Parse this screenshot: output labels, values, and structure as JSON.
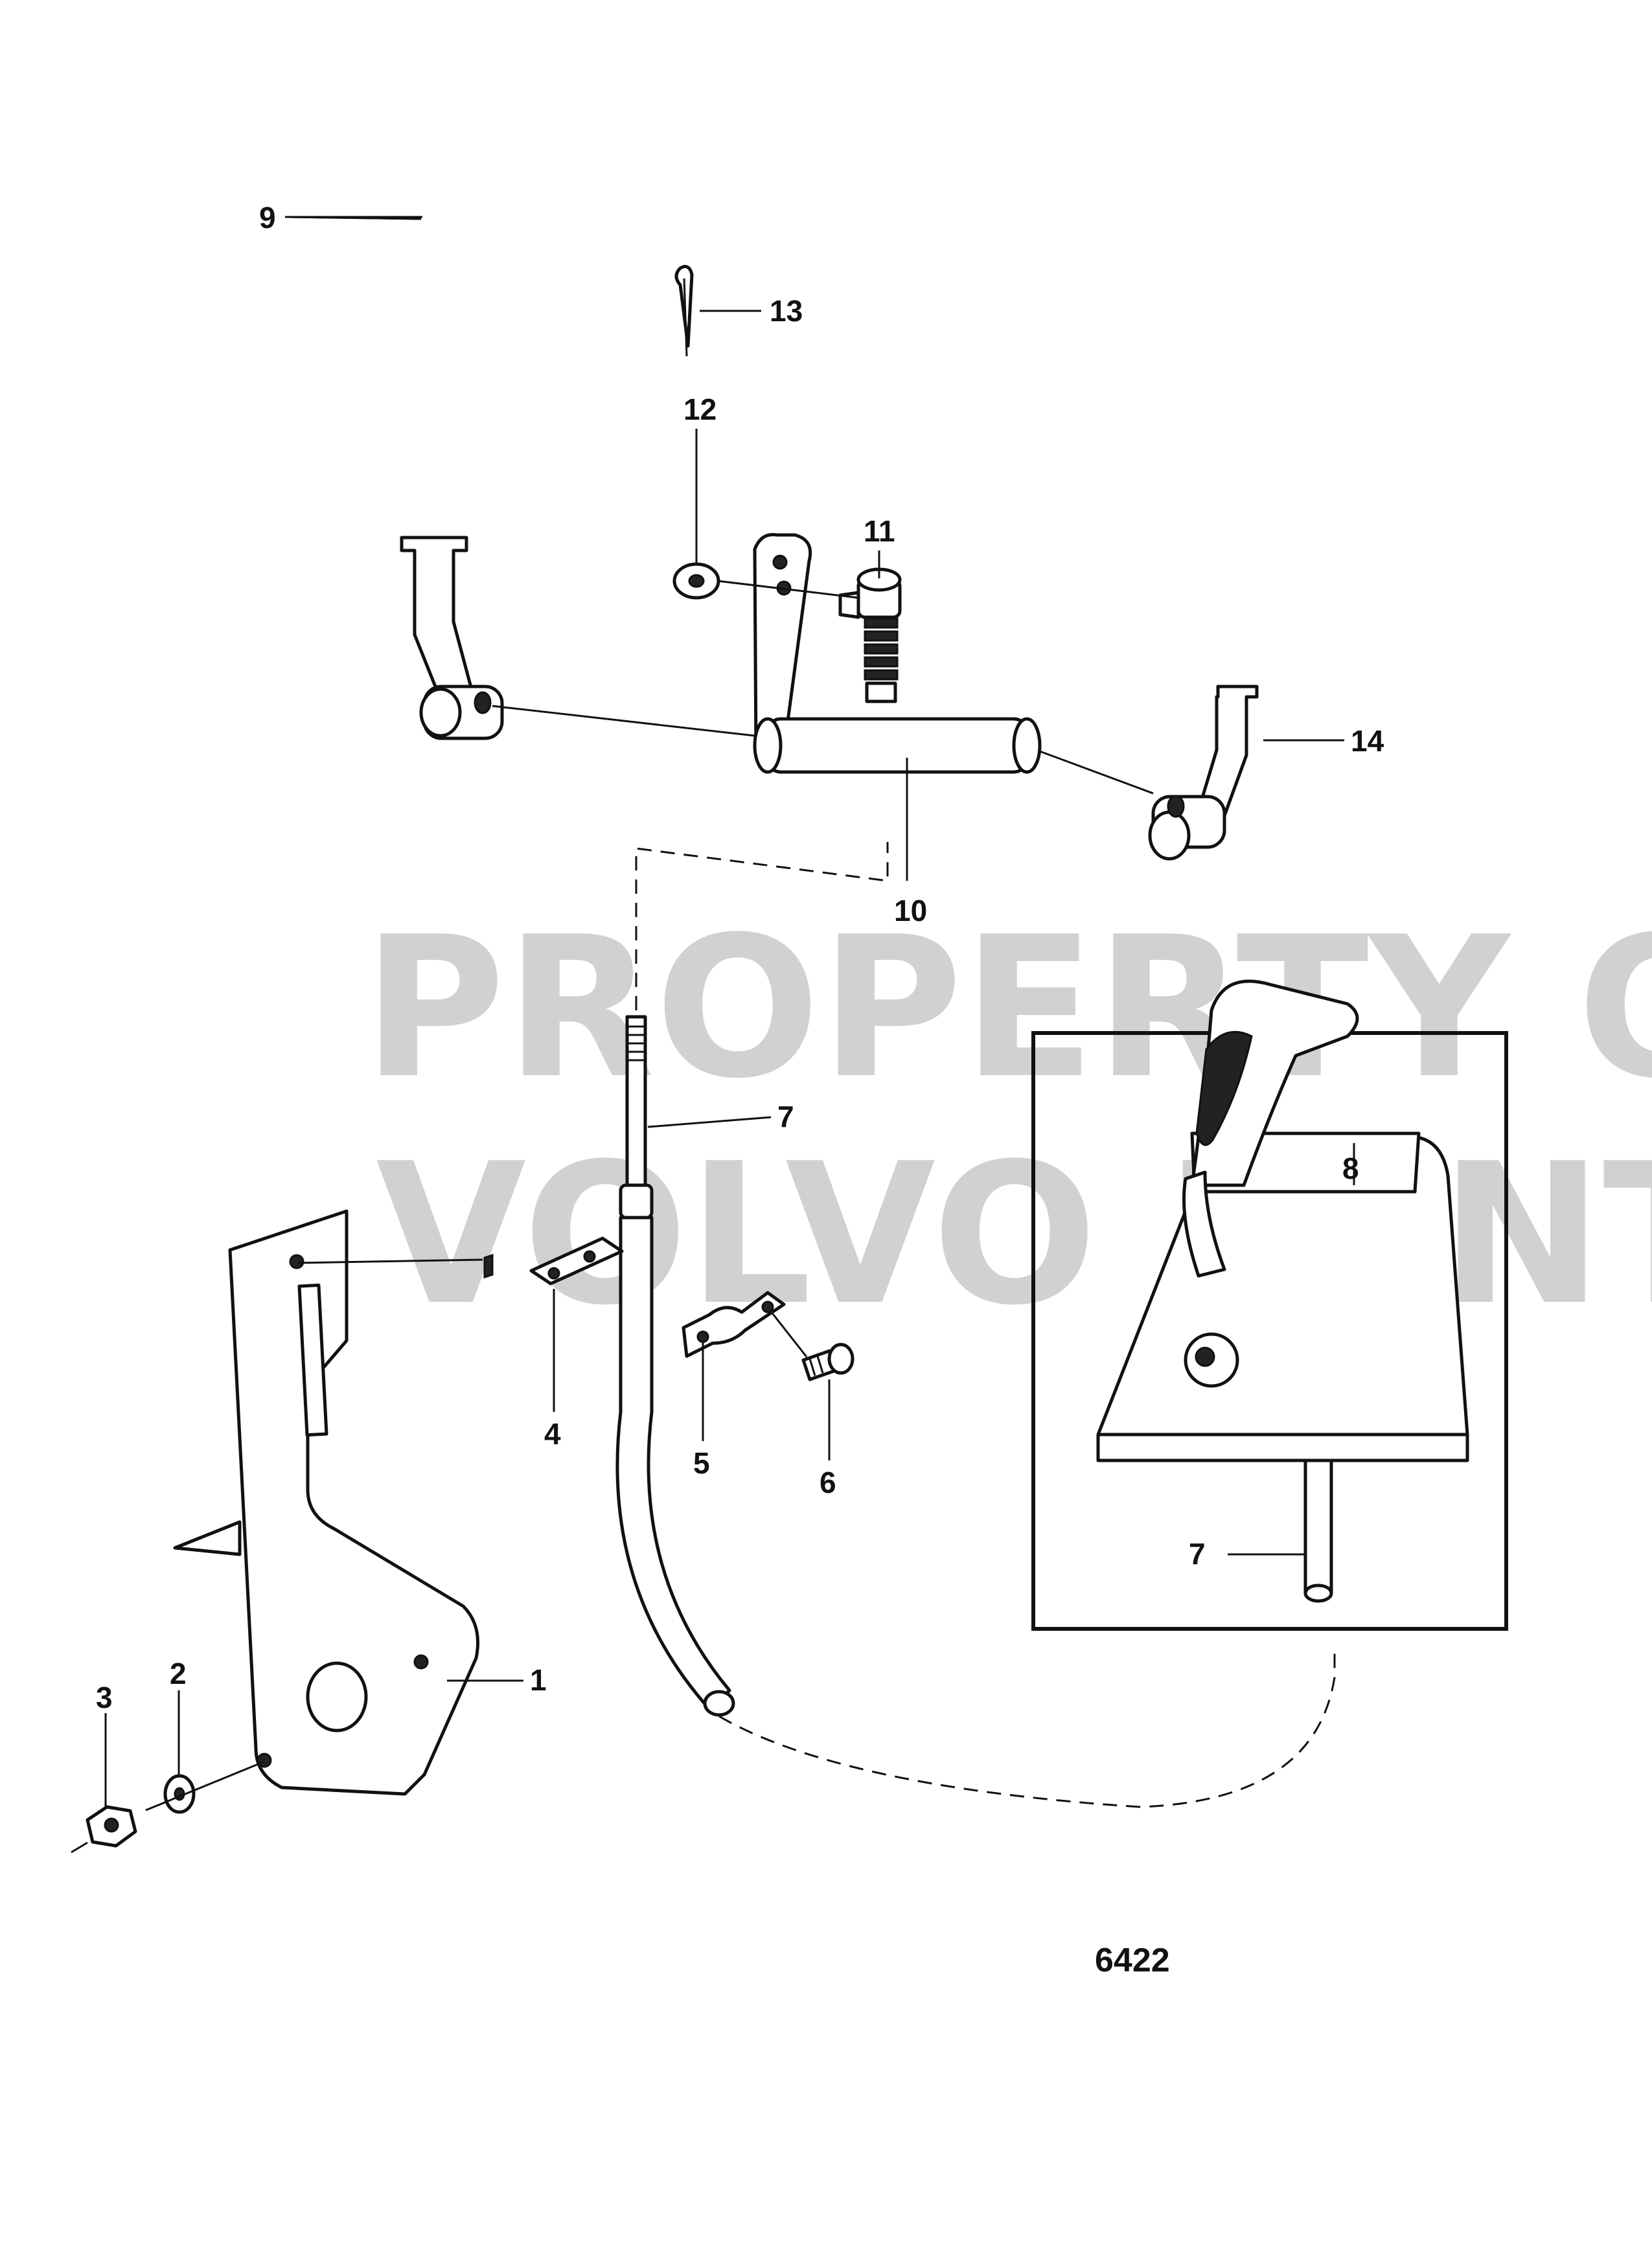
{
  "diagram": {
    "watermark_line1": "PROPERTY OF",
    "watermark_line2": "VOLVO PENTA",
    "diagram_number": "6422",
    "callouts": {
      "c1": "1",
      "c2": "2",
      "c3": "3",
      "c4": "4",
      "c5": "5",
      "c6": "6",
      "c7_cable": "7",
      "c7_control": "7",
      "c8": "8",
      "c9": "9",
      "c10": "10",
      "c11": "11",
      "c12": "12",
      "c13": "13",
      "c14": "14"
    }
  }
}
